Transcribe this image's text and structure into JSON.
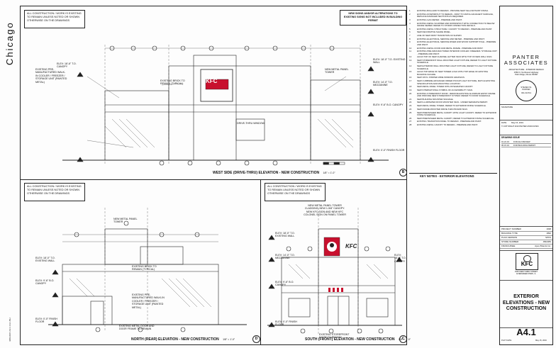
{
  "city_label": "Chicago",
  "notes": {
    "existing_note": "ALL CONSTRUCTION / WORK IS EXISTING TO REMAIN UNLESS NOTED OR SHOWN OTHERWISE ON THE DRAWINGS",
    "signs_note": "NEW SIGNS AND/OR ALTERATIONS TO EXISTING SIGNS NOT INCLUDED IN BUILDING PERMIT"
  },
  "elevations": {
    "west": {
      "title": "WEST SIDE (DRIVE-THRU) ELEVATION - NEW CONSTRUCTION",
      "scale": "1/8\" = 1'-0\"",
      "tag": "B"
    },
    "north": {
      "title": "NORTH (REAR) ELEVATION - NEW CONSTRUCTION",
      "scale": "1/8\" = 1'-0\"",
      "tag": "D"
    },
    "south": {
      "title": "SOUTH (FRONT) ELEVATION - NEW CONSTRUCTION",
      "scale": "1/8\" = 1'-0\"",
      "tag": "C"
    },
    "keynotes_title": "KEY NOTES - EXTERIOR ELEVATIONS"
  },
  "callouts": {
    "elev1": "ELEV: 18'-0\" T.O. EXISTING WALL",
    "elev2": "ELEV: 14'-0\" T.O. MEZZANINE",
    "elev3": "ELEV: 9'-6\" B.O. CANOPY",
    "elev4": "ELEV: 0'-0\" FINISH FLOOR",
    "elev5": "ELEV: 18'-6\" T.O. CANOPY",
    "brick1": "EXISTING BRICK TO REMAIN (TYPICAL)",
    "brick2": "EXISTING BRICK TO REMAIN (TYPICAL)",
    "walkin": "EXISTING PRE-MANUFACTURED WALK-IN COOLER / FREEZER / STORAGE UNIT (PAINTED METAL)",
    "tower": "NEW METAL PANEL TOWER",
    "window": "DRIVE-THRU WINDOW",
    "door": "EXISTING METAL DOOR AND DOOR FRAME TO REMAIN",
    "south_tower_note": "NEW METAL PANEL TOWER CLADDING. NEW 1-5/8\" CANOPY. NEW KFC SIGN AND NEW KFC COLONEL SIGN ON PANEL TOWER",
    "storefront": "EXISTING STOREFRONT DOOR TO REMAIN",
    "kfc_sign": "KFC"
  },
  "keynotes": [
    {
      "n": "1",
      "t": "EXISTING BOLLARD TO REMAIN - PROVIDE NEW YELLOW PAINT FINISH."
    },
    {
      "n": "2",
      "t": "EXISTING DOWNSPOUT TO REMAIN - PAINT TO MATCH ADJACENT SURFACE, REPLACE DAMAGED SECTIONS AS REQUIRED."
    },
    {
      "n": "3",
      "t": "EXISTING GAS METER - PREPARE AND PAINT."
    },
    {
      "n": "4",
      "t": "EXISTING METAL SCUPPER AND DOWNSPOUT WITH CONNECTION TO BELOW GRADE SEWER. REFER TO STORM CONNECTION DETAILS."
    },
    {
      "n": "5",
      "t": "EXISTING METAL STRUCTURE / CANOPY TO REMAIN - PREPARE AND PAINT."
    },
    {
      "n": "6",
      "t": "NEW DECORATIVE SHADE PANEL."
    },
    {
      "n": "7",
      "t": "LINE OF NEW PAINT TRANSITION AS SHOWN."
    },
    {
      "n": "8",
      "t": "EXISTING ELECTRICAL SERVICE AND METER - PREPARE AND PAINT."
    },
    {
      "n": "9",
      "t": "EXISTING ELECTRICAL SERVICE RISER AND WOOD SUPPORT POLE - PREPARE AND PAINT."
    },
    {
      "n": "10",
      "t": "EXISTING METAL DOOR AND METAL FRAME - PREPARE AND PAINT."
    },
    {
      "n": "11",
      "t": "EXISTING PRE-MANUFACTURED INTERIOR COOLER / FREEZER / STORAGE UNIT - PREPARE AND PAINT."
    },
    {
      "n": "12",
      "t": "ALIGN TOP OF NEW CHANNEL LETTER SIGN WITH TOP OF NEW WALL SIGN."
    },
    {
      "n": "13",
      "t": "NEW STOREFRONT WALL MOUNTED LIGHT FIXTURE, REFER TO LIGHT FIXTURE SCHEDULE."
    },
    {
      "n": "14",
      "t": "NEW EXTERIOR WALL MOUNTED LIGHT FIXTURE, REFER TO LIGHT FIXTURE SCHEDULE."
    },
    {
      "n": "15",
      "t": "ALIGN TOP EDGE OF NEW TOWER LOGO WITH TOP EDGE OF EXISTING BUILDING FACADE."
    },
    {
      "n": "16",
      "t": "NEW VINYL STRIPED WIDE WINDOW GRAPHICS."
    },
    {
      "n": "17",
      "t": "NEW CURBSIDE ADVANCED ORDER PICKUP LIGHT FIXTURE, MATCH EXISTING SPECIFICATION AND MOUNTING LOCATION."
    },
    {
      "n": "18",
      "t": "NEW METAL PANEL TOWER WITH INTEGRATED CANOPY."
    },
    {
      "n": "19",
      "t": "NEW INTERNATIONAL SYMBOL OF ACCESSIBILITY SIGN."
    },
    {
      "n": "20",
      "t": "EXISTING STOREFRONT DOOR - REMOVE EXISTING ALUMINUM ENTRY FRAME AND PROVIDE NEW STOREFRONT SYSTEM. REFER TO DOOR SCHEDULE."
    },
    {
      "n": "21",
      "t": "NEW BUILDING MOUNTED SIGNAGE."
    },
    {
      "n": "22",
      "t": "NEW ILLUMINATED ROOF MOUNTED SIGN - UNDER SEPARATE PERMIT."
    },
    {
      "n": "23",
      "t": "NEW METAL PANEL TOWER, REFER TO EXTERIOR FINISH SCHEDULE."
    },
    {
      "n": "24",
      "t": "NEW FRAME MOUNTED DRIVE-THRU BOARD SIGN."
    },
    {
      "n": "25",
      "t": "NEW PREFINISHED METAL CANOPY WITH LIGHT CANOPY, REFER TO EXTERIOR FINISH SCHEDULE."
    },
    {
      "n": "26",
      "t": "NEW PREFINISHED METAL CANOPY, REFER TO EXTERIOR FINISH SCHEDULE."
    },
    {
      "n": "27",
      "t": "EXISTING TRANSITION PANEL TO REMAIN - PREPARE AND PAINT."
    },
    {
      "n": "28",
      "t": "EXISTING METAL CANOPY TO REMAIN - PREPARE AND PAINT."
    }
  ],
  "title_block": {
    "firm": "PANTER ASSOCIATES",
    "firm_sub": "ARCHITECTURE - INTERIOR DESIGN",
    "address": "1550 N. Northwest Highway\nPark Ridge, Illinois 60068",
    "stamp_name": "STEVEN W. PANTER",
    "stamp_no": "001-014741",
    "signature_label": "SIGNATURE",
    "date_label": "DATE",
    "date_value": "May 15, 2019",
    "copyright": "© COPYRIGHT 2019 PANTER ASSOCIATES",
    "issue_title": "DRAWING ISSUE",
    "issues": [
      {
        "no": "01.22.19",
        "desc": "FOR AHJ REVIEW"
      },
      {
        "no": "05.15.19",
        "desc": "FOR BUILDING PERMIT"
      }
    ],
    "project": [
      {
        "k": "PROJECT NUMBER",
        "v": "1938"
      },
      {
        "k": "BUILDING TYPE",
        "v": "1892"
      },
      {
        "k": "PLAN VERSION",
        "v": "SPKS"
      },
      {
        "k": "STORE NUMBER",
        "v": "J832383"
      },
      {
        "k": "FRANCHISEE",
        "v": "Apex Brands Inc."
      }
    ],
    "logo": "KFC",
    "logo_address": "3325 WEST 93RD STREET\nEVERGREEN PARK, IL",
    "sheet_title": "EXTERIOR ELEVATIONS - NEW CONSTRUCTION",
    "sheet_number": "A4.1",
    "plot_date_label": "PLOT DATE",
    "plot_date": "May 15, 2019"
  },
  "file_ref": "4483-KFC A4.1 4.12 JSU"
}
